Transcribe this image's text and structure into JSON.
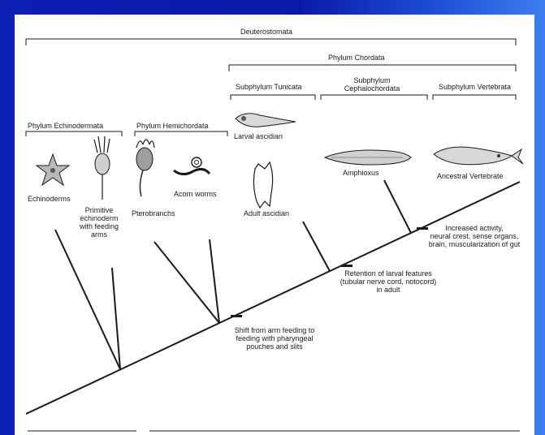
{
  "groups": {
    "deuterostomata": "Deuterostomata",
    "phylum_chordata": "Phylum Chordata",
    "subphylum_tunicata": "Subphylum Tunicata",
    "subphylum_cephalochordata_line1": "Subphylum",
    "subphylum_cephalochordata_line2": "Cephalochordata",
    "subphylum_vertebrata": "Subphylum Vertebrata",
    "phylum_echinodermata": "Phylum Echinodermata",
    "phylum_hemichordata": "Phylum Hemichordata"
  },
  "taxa": {
    "echinoderms": "Echinoderms",
    "primitive_echinoderm": [
      "Primitive",
      "echinoderm",
      "with feeding",
      "arms"
    ],
    "pterobranchs": "Pterobranchs",
    "acorn_worms": "Acorn worms",
    "larval_ascidian": "Larval ascidian",
    "adult_ascidian": "Adult ascidian",
    "amphioxus": "Amphioxus",
    "ancestral_vertebrate": "Ancestral Vertebrate"
  },
  "events": {
    "pharyngeal": [
      "Shift from arm feeding to",
      "feeding with pharyngeal",
      "pouches and slits"
    ],
    "larval_features": [
      "Retention of larval features",
      "(tubular nerve cord, notocord)",
      "in adult"
    ],
    "vertebrate_traits": [
      "Increased activity,",
      "neural crest, sense organs,",
      "brain, muscularization of gut"
    ]
  },
  "colors": {
    "background_dark": "#0c1fb4",
    "background_light": "#3c7ef0",
    "panel": "#ffffff",
    "ink": "#1a1a1a"
  },
  "icons": [
    "starfish-icon",
    "primitive-echinoderm-icon",
    "pterobranch-icon",
    "acorn-worm-icon",
    "larval-ascidian-icon",
    "adult-ascidian-icon",
    "amphioxus-icon",
    "ancestral-vertebrate-icon"
  ]
}
